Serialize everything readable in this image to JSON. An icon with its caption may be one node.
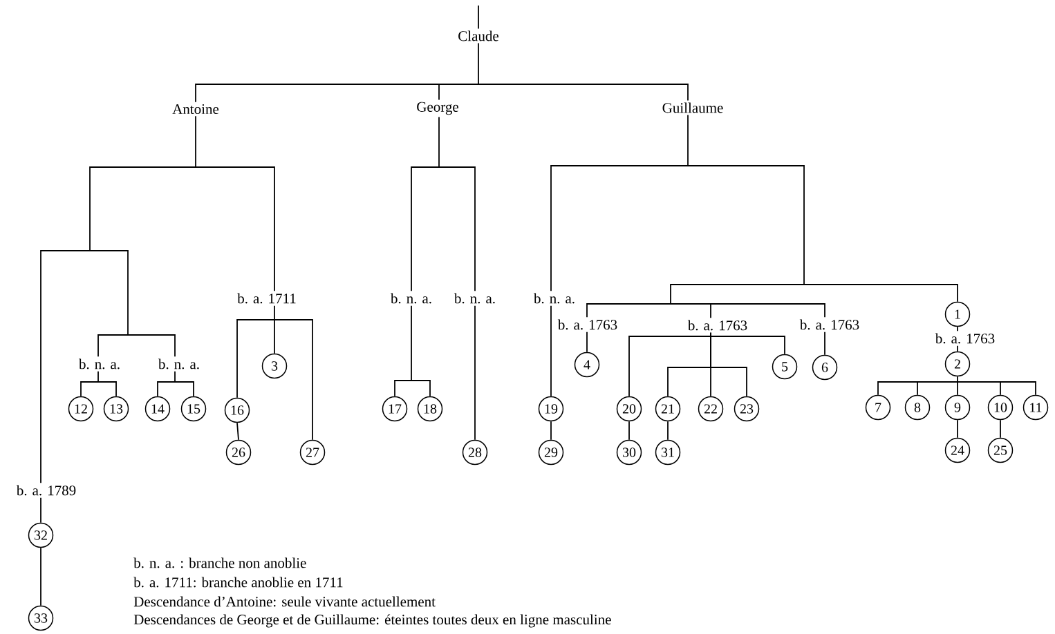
{
  "diagram": {
    "nodes": [
      {
        "text": [
          "Claude"
        ]
      },
      {
        "text": [
          "Antoine"
        ]
      },
      {
        "text": [
          "George"
        ]
      },
      {
        "text": [
          "Guillaume"
        ]
      },
      {
        "text": [
          "b. a. 1711"
        ]
      },
      {
        "text": [
          "b. n. a."
        ]
      },
      {
        "text": [
          "b. n. a."
        ]
      },
      {
        "text": [
          "b. n. a."
        ]
      },
      {
        "text": [
          "1"
        ]
      },
      {
        "text": [
          "b. a. 1763"
        ]
      },
      {
        "text": [
          "b. a. 1763"
        ]
      },
      {
        "text": [
          "b. a. 1763"
        ]
      },
      {
        "text": [
          "b. a. 1763"
        ]
      },
      {
        "text": [
          "b. n. a."
        ]
      },
      {
        "text": [
          "b. n. a."
        ]
      },
      {
        "text": [
          "3"
        ]
      },
      {
        "text": [
          "4"
        ]
      },
      {
        "text": [
          "5"
        ]
      },
      {
        "text": [
          "6"
        ]
      },
      {
        "text": [
          "2"
        ]
      },
      {
        "text": [
          "12"
        ]
      },
      {
        "text": [
          "13"
        ]
      },
      {
        "text": [
          "14"
        ]
      },
      {
        "text": [
          "15"
        ]
      },
      {
        "text": [
          "16"
        ]
      },
      {
        "text": [
          "17"
        ]
      },
      {
        "text": [
          "18"
        ]
      },
      {
        "text": [
          "19"
        ]
      },
      {
        "text": [
          "20"
        ]
      },
      {
        "text": [
          "21"
        ]
      },
      {
        "text": [
          "22"
        ]
      },
      {
        "text": [
          "23"
        ]
      },
      {
        "text": [
          "7"
        ]
      },
      {
        "text": [
          "8"
        ]
      },
      {
        "text": [
          "9"
        ]
      },
      {
        "text": [
          "10"
        ]
      },
      {
        "text": [
          "11"
        ]
      },
      {
        "text": [
          "26"
        ]
      },
      {
        "text": [
          "27"
        ]
      },
      {
        "text": [
          "28"
        ]
      },
      {
        "text": [
          "29"
        ]
      },
      {
        "text": [
          "30"
        ]
      },
      {
        "text": [
          "31"
        ]
      },
      {
        "text": [
          "24"
        ]
      },
      {
        "text": [
          "25"
        ]
      },
      {
        "text": [
          "b. a. 1789"
        ]
      },
      {
        "text": [
          "32"
        ]
      },
      {
        "text": [
          "33"
        ]
      }
    ],
    "edges": [
      {
        "from": null,
        "to": 0,
        "arrow": "none"
      },
      {
        "from": 0,
        "to": 1,
        "arrow": "none"
      },
      {
        "from": 0,
        "to": 2,
        "arrow": "none"
      },
      {
        "from": 0,
        "to": 3,
        "arrow": "none"
      },
      {
        "from": 1,
        "to": 45,
        "arrow": "none"
      },
      {
        "from": 1,
        "to": 13,
        "arrow": "none"
      },
      {
        "from": 1,
        "to": 14,
        "arrow": "none"
      },
      {
        "from": 1,
        "to": 4,
        "arrow": "none"
      },
      {
        "from": 2,
        "to": 5,
        "arrow": "none"
      },
      {
        "from": 2,
        "to": 6,
        "arrow": "none"
      },
      {
        "from": 3,
        "to": 7,
        "arrow": "none"
      },
      {
        "from": 3,
        "to": 9,
        "arrow": "none"
      },
      {
        "from": 3,
        "to": 10,
        "arrow": "none"
      },
      {
        "from": 3,
        "to": 11,
        "arrow": "none"
      },
      {
        "from": 3,
        "to": 8,
        "arrow": "none"
      },
      {
        "from": 4,
        "to": 24,
        "arrow": "none"
      },
      {
        "from": 4,
        "to": 15,
        "arrow": "none"
      },
      {
        "from": 4,
        "to": 38,
        "arrow": "none"
      },
      {
        "from": 13,
        "to": 20,
        "arrow": "none"
      },
      {
        "from": 13,
        "to": 21,
        "arrow": "none"
      },
      {
        "from": 14,
        "to": 22,
        "arrow": "none"
      },
      {
        "from": 14,
        "to": 23,
        "arrow": "none"
      },
      {
        "from": 24,
        "to": 37,
        "arrow": "none"
      },
      {
        "from": 5,
        "to": 25,
        "arrow": "none"
      },
      {
        "from": 5,
        "to": 26,
        "arrow": "none"
      },
      {
        "from": 6,
        "to": 39,
        "arrow": "none"
      },
      {
        "from": 7,
        "to": 27,
        "arrow": "none"
      },
      {
        "from": 27,
        "to": 40,
        "arrow": "none"
      },
      {
        "from": 9,
        "to": 16,
        "arrow": "none"
      },
      {
        "from": 10,
        "to": 28,
        "arrow": "none"
      },
      {
        "from": 10,
        "to": 17,
        "arrow": "none"
      },
      {
        "from": 10,
        "to": 30,
        "arrow": "none"
      },
      {
        "from": 10,
        "to": 29,
        "arrow": "none"
      },
      {
        "from": 10,
        "to": 31,
        "arrow": "none"
      },
      {
        "from": 11,
        "to": 18,
        "arrow": "none"
      },
      {
        "from": 8,
        "to": 12,
        "arrow": "none"
      },
      {
        "from": 12,
        "to": 19,
        "arrow": "none"
      },
      {
        "from": 19,
        "to": 32,
        "arrow": "none"
      },
      {
        "from": 19,
        "to": 33,
        "arrow": "none"
      },
      {
        "from": 19,
        "to": 34,
        "arrow": "none"
      },
      {
        "from": 19,
        "to": 35,
        "arrow": "none"
      },
      {
        "from": 19,
        "to": 36,
        "arrow": "none"
      },
      {
        "from": 34,
        "to": 43,
        "arrow": "none"
      },
      {
        "from": 35,
        "to": 44,
        "arrow": "none"
      },
      {
        "from": 28,
        "to": 41,
        "arrow": "none"
      },
      {
        "from": 29,
        "to": 42,
        "arrow": "none"
      },
      {
        "from": 45,
        "to": 46,
        "arrow": "none"
      },
      {
        "from": 46,
        "to": 47,
        "arrow": "none"
      }
    ],
    "labels": [
      "b. n. a. : branche non anoblie",
      "b. a. 1711: branche anoblie en 1711",
      "Descendance d’Antoine: seule vivante actuellement",
      "Descendances de George  et de Guillaume: éteintes toutes deux en ligne masculine"
    ]
  }
}
